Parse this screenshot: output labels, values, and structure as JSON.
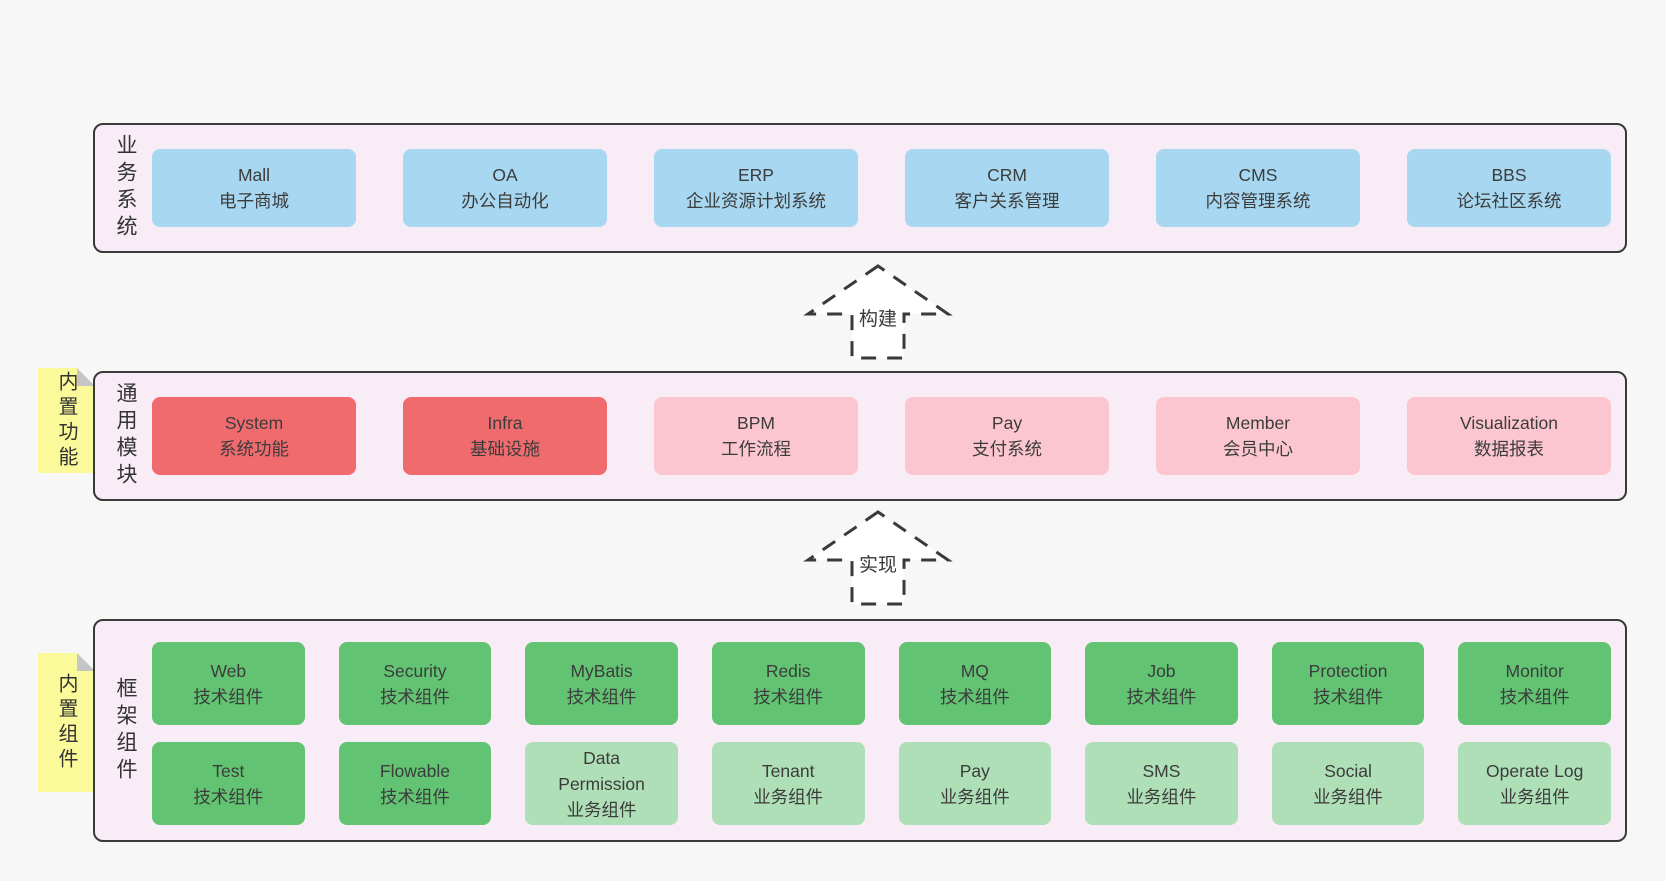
{
  "diagram": {
    "arrows": [
      {
        "label": "构建"
      },
      {
        "label": "实现"
      }
    ],
    "sections": [
      {
        "label": "业务系统",
        "boxes": [
          {
            "en": "Mall",
            "zh": "电子商城"
          },
          {
            "en": "OA",
            "zh": "办公自动化"
          },
          {
            "en": "ERP",
            "zh": "企业资源计划系统"
          },
          {
            "en": "CRM",
            "zh": "客户关系管理"
          },
          {
            "en": "CMS",
            "zh": "内容管理系统"
          },
          {
            "en": "BBS",
            "zh": "论坛社区系统"
          }
        ]
      },
      {
        "label": "通用模块",
        "tab": "内置功能",
        "boxes": [
          {
            "en": "System",
            "zh": "系统功能"
          },
          {
            "en": "Infra",
            "zh": "基础设施"
          },
          {
            "en": "BPM",
            "zh": "工作流程"
          },
          {
            "en": "Pay",
            "zh": "支付系统"
          },
          {
            "en": "Member",
            "zh": "会员中心"
          },
          {
            "en": "Visualization",
            "zh": "数据报表"
          }
        ]
      },
      {
        "label": "框架组件",
        "tab": "内置组件",
        "rows": [
          {
            "boxes": [
              {
                "en": "Web",
                "zh": "技术组件"
              },
              {
                "en": "Security",
                "zh": "技术组件"
              },
              {
                "en": "MyBatis",
                "zh": "技术组件"
              },
              {
                "en": "Redis",
                "zh": "技术组件"
              },
              {
                "en": "MQ",
                "zh": "技术组件"
              },
              {
                "en": "Job",
                "zh": "技术组件"
              },
              {
                "en": "Protection",
                "zh": "技术组件"
              },
              {
                "en": "Monitor",
                "zh": "技术组件"
              }
            ]
          },
          {
            "boxes": [
              {
                "en": "Test",
                "zh": "技术组件"
              },
              {
                "en": "Flowable",
                "zh": "技术组件"
              },
              {
                "en": "Data\nPermission",
                "zh": "业务组件"
              },
              {
                "en": "Tenant",
                "zh": "业务组件"
              },
              {
                "en": "Pay",
                "zh": "业务组件"
              },
              {
                "en": "SMS",
                "zh": "业务组件"
              },
              {
                "en": "Social",
                "zh": "业务组件"
              },
              {
                "en": "Operate Log",
                "zh": "业务组件"
              }
            ]
          }
        ]
      }
    ],
    "colors": {
      "page_bg": "#f7f7f7",
      "section_bg": "#f8edf6",
      "section_border": "#3a3a3a",
      "business_box": "#a7d7f1",
      "core_module_box": "#ef6b6d",
      "optional_module_box": "#fbc6d0",
      "tech_component_box": "#62c473",
      "biz_component_box": "#afdfb6",
      "sticky_tab": "#fbfa9b",
      "sticky_fold": "#c5c5c5",
      "text": "#3c3c3c"
    }
  }
}
